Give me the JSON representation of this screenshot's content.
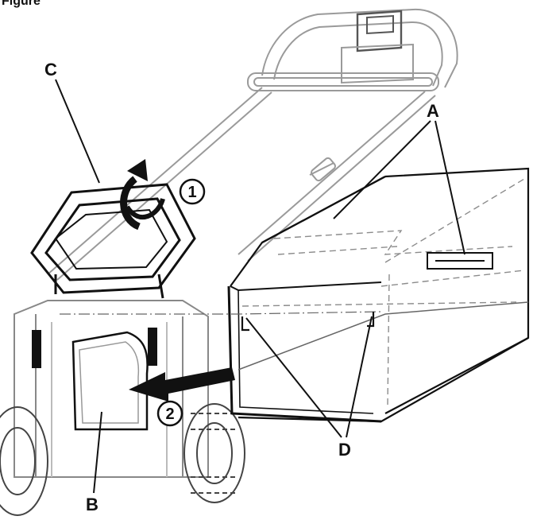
{
  "figure": {
    "header_fragment": "Figure",
    "callouts": {
      "a": "A",
      "b": "B",
      "c": "C",
      "d": "D"
    },
    "steps": {
      "one": "1",
      "two": "2"
    },
    "colors": {
      "ink": "#111111",
      "light_line": "#9a9a9a",
      "dashed": "#8c8c8c",
      "arrow_fill": "#111111"
    }
  }
}
